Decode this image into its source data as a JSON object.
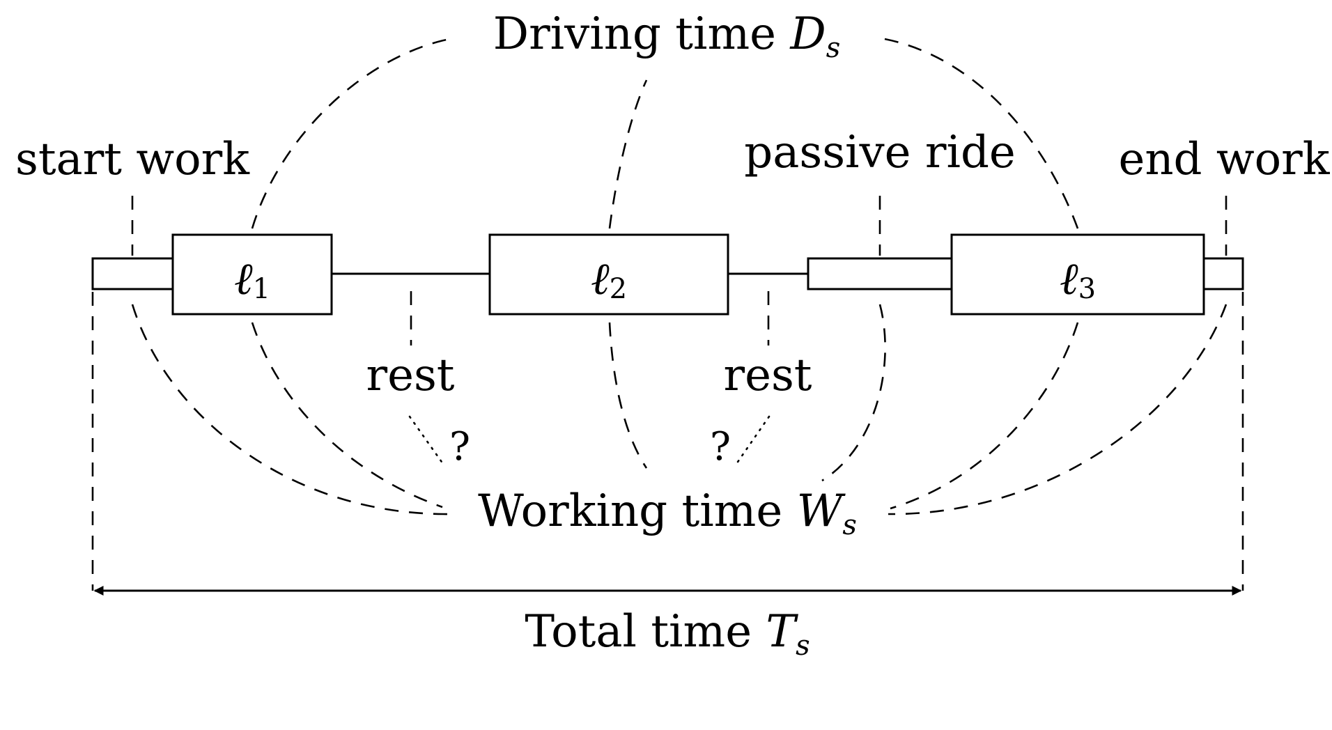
{
  "labels": {
    "driving_time": {
      "text": "Driving time ",
      "symbol": "D",
      "subscript": "s"
    },
    "working_time": {
      "text": "Working time ",
      "symbol": "W",
      "subscript": "s"
    },
    "total_time": {
      "text": "Total time ",
      "symbol": "T",
      "subscript": "s"
    },
    "start_work": "start work",
    "end_work": "end work",
    "passive_ride": "passive ride",
    "rest_1": "rest",
    "rest_2": "rest",
    "question_1": "?",
    "question_2": "?"
  },
  "legs": [
    {
      "symbol": "ℓ",
      "subscript": "1"
    },
    {
      "symbol": "ℓ",
      "subscript": "2"
    },
    {
      "symbol": "ℓ",
      "subscript": "3"
    }
  ]
}
